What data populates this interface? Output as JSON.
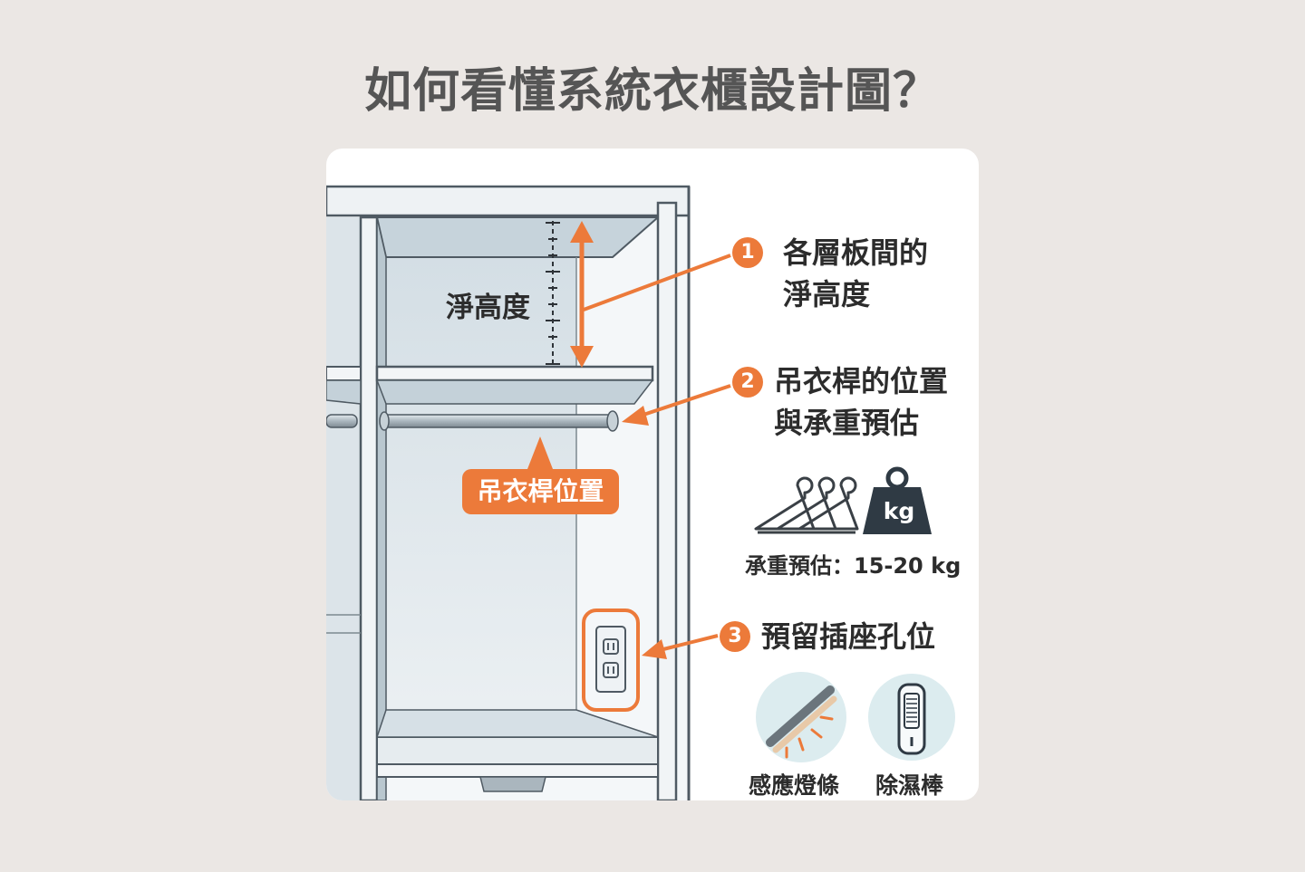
{
  "title": "如何看懂系統衣櫃設計圖？",
  "diagram": {
    "clear_height_label": "淨高度",
    "rod_tag": "吊衣桿位置",
    "callouts": [
      {
        "number": "1",
        "line1": "各層板間的",
        "line2": "淨高度"
      },
      {
        "number": "2",
        "line1": "吊衣桿的位置",
        "line2": "與承重預估"
      },
      {
        "number": "3",
        "line1": "預留插座孔位"
      }
    ],
    "weight_icon_text": "kg",
    "load_estimate": "承重預估：15-20 kg",
    "accessories": [
      {
        "icon": "light-strip-icon",
        "label": "感應燈條"
      },
      {
        "icon": "dehumidifier-icon",
        "label": "除濕棒"
      }
    ],
    "colors": {
      "accent": "#ec7a3a",
      "panel": "#d9e2e7",
      "line": "#4f5a63"
    }
  }
}
